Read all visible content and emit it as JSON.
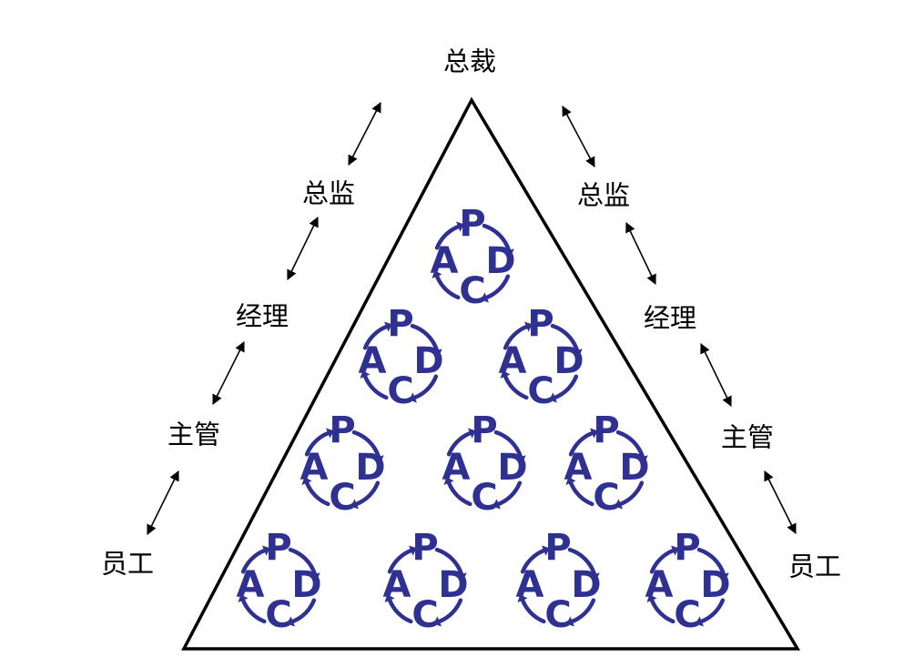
{
  "diagram": {
    "top_label": "总裁",
    "left_levels": [
      "总监",
      "经理",
      "主管",
      "员工"
    ],
    "right_levels": [
      "总监",
      "经理",
      "主管",
      "员工"
    ],
    "cycle_letters": {
      "top": "P",
      "left": "A",
      "right": "D",
      "bottom": "C"
    },
    "cycle_rows": [
      1,
      2,
      3,
      4
    ],
    "colors": {
      "cycle": "#2e3192",
      "line": "#000000",
      "text": "#000000"
    }
  }
}
